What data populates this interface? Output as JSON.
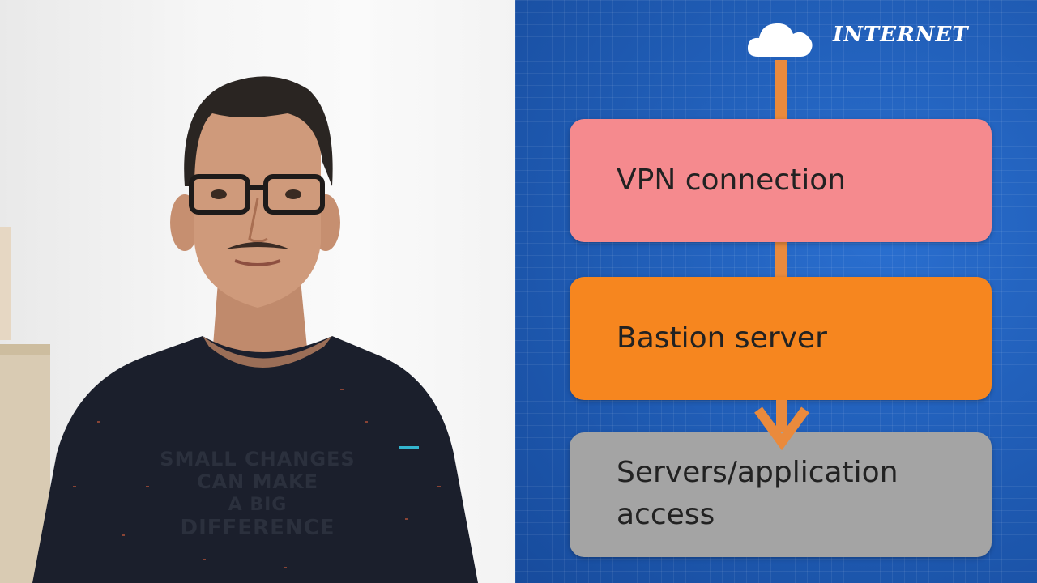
{
  "diagram": {
    "internet_label": "INTERNET",
    "steps": [
      {
        "label": "VPN connection",
        "color": "#f58a8e"
      },
      {
        "label": "Bastion server",
        "color": "#f6861f"
      },
      {
        "label": "Servers/application\naccess",
        "color": "#a4a4a4"
      }
    ],
    "connector_color": "#ea8a3c",
    "background_color": "#1f5bb3"
  },
  "video": {
    "shirt_text": [
      "SMALL CHANGES",
      "CAN MAKE",
      "A BIG",
      "DIFFERENCE"
    ]
  }
}
